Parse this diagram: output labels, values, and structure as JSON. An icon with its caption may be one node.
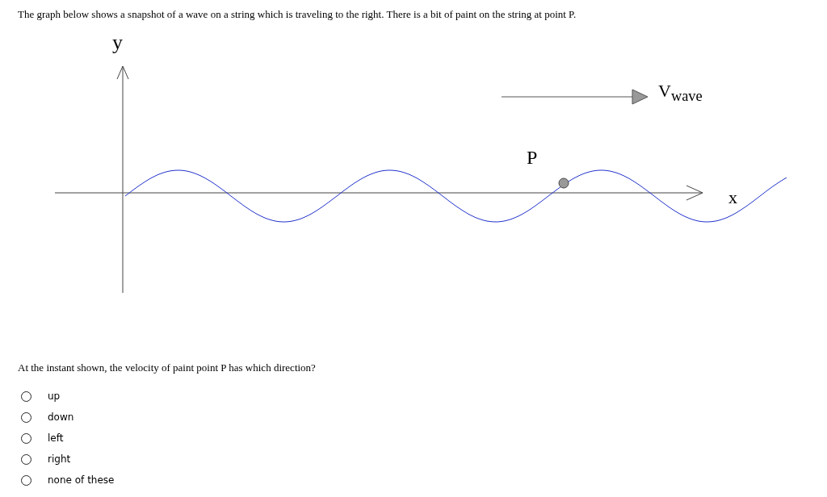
{
  "diagram": {
    "title": "The graph below shows a snapshot of a wave on a string which is traveling to the right. There is a bit of paint on the string at point P.",
    "labels": [
      "y",
      "V$_{wave}$",
      "P",
      "x",
      "At the instant shown, the velocity of paint point P has which direction?",
      "up",
      "down",
      "left",
      "right",
      "none of these"
    ]
  }
}
